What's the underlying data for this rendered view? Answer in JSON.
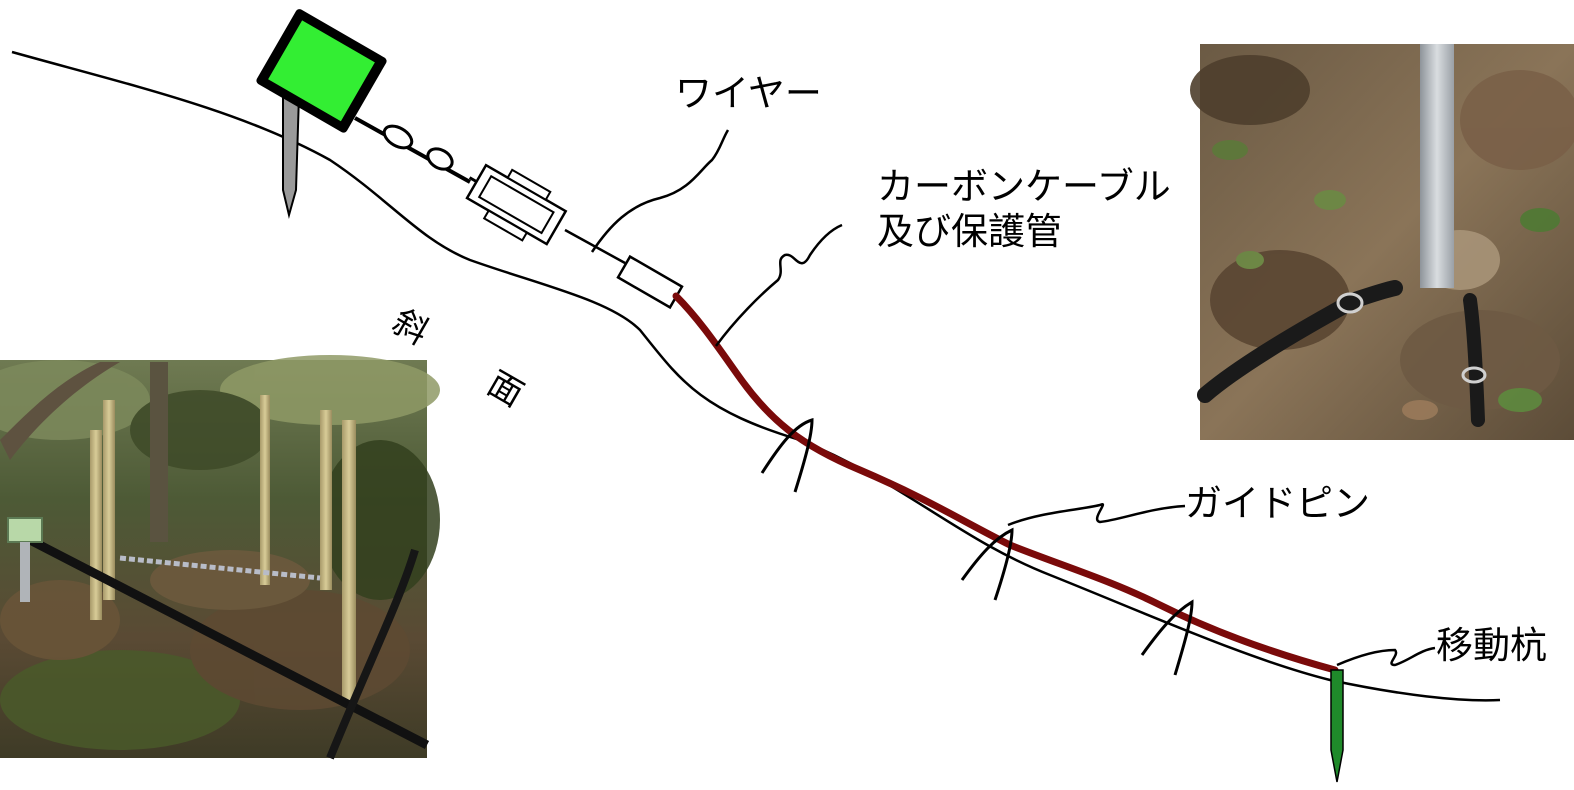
{
  "labels": {
    "wire": "ワイヤー",
    "cable_line1": "カーボンケーブル",
    "cable_line2": "及び保護管",
    "slope_char1": "斜",
    "slope_char2": "面",
    "guide_pin": "ガイドピン",
    "moving_stake": "移動杭"
  },
  "colors": {
    "sensor_box": "#33ee33",
    "cable": "#7a0a0a",
    "moving_stake": "#1f8a2a",
    "fixed_stake": "#9a9a9a"
  },
  "photos": {
    "site_photo_icon": "forest-slope-photo",
    "detail_photo_icon": "ground-stake-detail-photo"
  }
}
